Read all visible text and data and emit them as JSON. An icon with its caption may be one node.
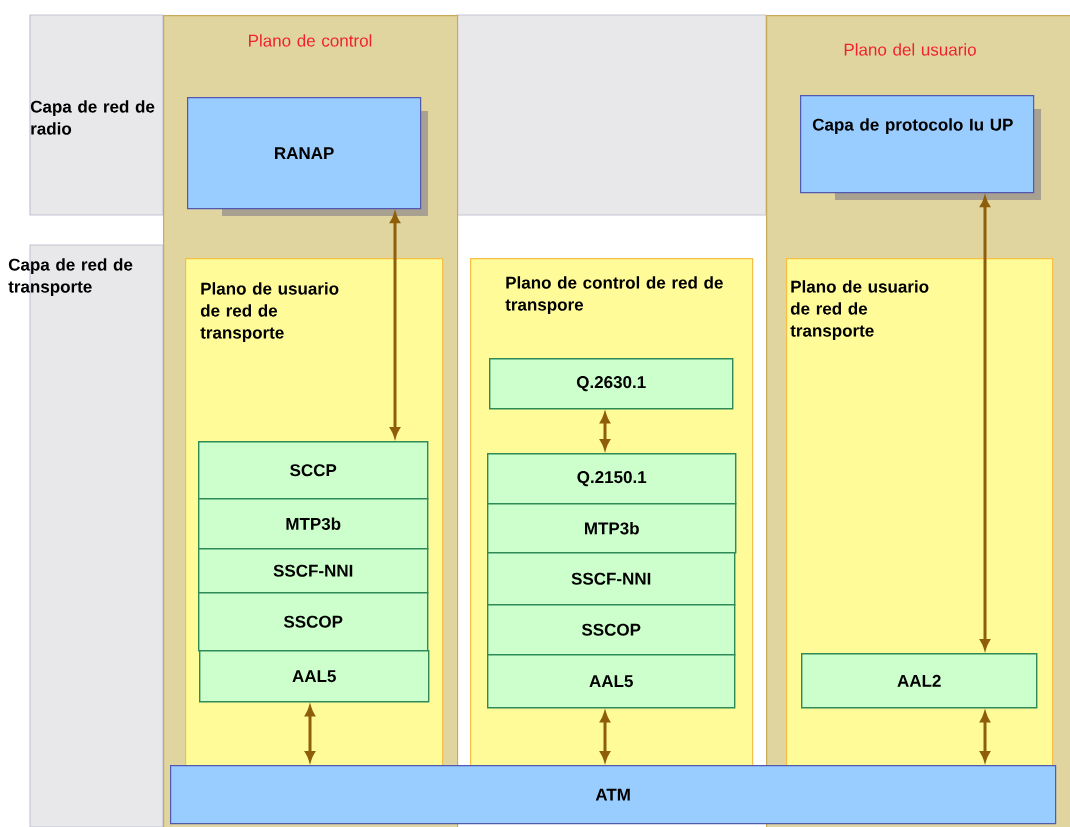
{
  "diagram": {
    "nodes": [
      {
        "text": [
          "Plano de control"
        ]
      },
      {
        "text": [
          "Plano del usuario"
        ]
      },
      {
        "text": [
          "RANAP"
        ],
        "in": 0
      },
      {
        "text": [
          "Capa de protocolo Iu UP"
        ],
        "in": 1
      },
      {
        "text": [
          "Plano de usuario de red de transporte"
        ],
        "in": 0
      },
      {
        "text": [
          "Plano de control de red de transpore"
        ]
      },
      {
        "text": [
          "Plano de usuario de red de transporte"
        ],
        "in": 1
      },
      {
        "text": [
          "SCCP"
        ],
        "in": 4
      },
      {
        "text": [
          "MTP3b"
        ],
        "in": 4
      },
      {
        "text": [
          "SSCF-NNI"
        ],
        "in": 4
      },
      {
        "text": [
          "SSCOP"
        ],
        "in": 4
      },
      {
        "text": [
          "AAL5"
        ],
        "in": 4
      },
      {
        "text": [
          "Q.2630.1"
        ],
        "in": 5
      },
      {
        "text": [
          "Q.2150.1"
        ],
        "in": 5
      },
      {
        "text": [
          "MTP3b"
        ],
        "in": 5
      },
      {
        "text": [
          "SSCF-NNI"
        ],
        "in": 5
      },
      {
        "text": [
          "SSCOP"
        ],
        "in": 5
      },
      {
        "text": [
          "AAL5"
        ],
        "in": 5
      },
      {
        "text": [
          "AAL2"
        ],
        "in": 6
      },
      {
        "text": [
          "ATM"
        ]
      }
    ],
    "edges": [
      {
        "from": 2,
        "to": 7,
        "arrow": "both"
      },
      {
        "from": 12,
        "to": 13,
        "arrow": "both"
      },
      {
        "from": 3,
        "to": 18,
        "arrow": "both"
      },
      {
        "from": 11,
        "to": 19,
        "arrow": "both"
      },
      {
        "from": 17,
        "to": 19,
        "arrow": "both"
      },
      {
        "from": 18,
        "to": 19,
        "arrow": "both"
      }
    ],
    "labels": [
      "Capa de red de radio",
      "Capa de red de transporte"
    ]
  }
}
